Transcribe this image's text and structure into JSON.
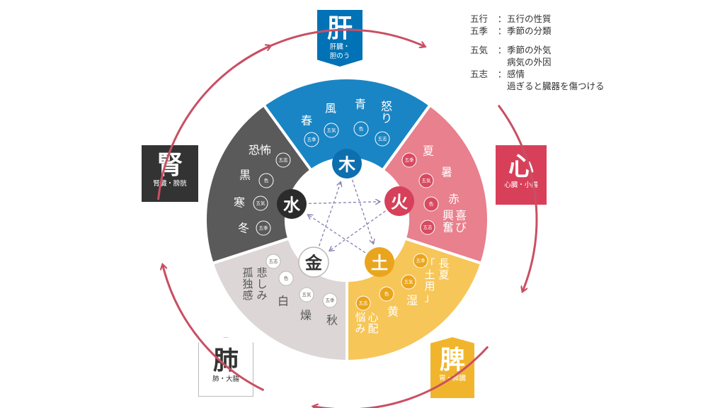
{
  "legend": [
    {
      "key": "五行",
      "lines": [
        "五行の性質"
      ]
    },
    {
      "key": "五季",
      "lines": [
        "季節の分類"
      ]
    },
    {
      "key": "五気",
      "lines": [
        "季節の外気",
        "病気の外因"
      ]
    },
    {
      "key": "五志",
      "lines": [
        "感情",
        "過ぎると臓器を傷つける"
      ]
    }
  ],
  "organs": {
    "liver": {
      "kanji": "肝",
      "sub": "肝臓・\n胆のう",
      "color": "#0072b5"
    },
    "heart": {
      "kanji": "心",
      "sub": "心臓・小腸",
      "color": "#d8405a"
    },
    "spleen": {
      "kanji": "脾",
      "sub": "胃・膵臓",
      "color": "#f1b52d"
    },
    "lung": {
      "kanji": "肺",
      "sub": "肺・大腸",
      "color": "#ffffff"
    },
    "kidney": {
      "kanji": "腎",
      "sub": "腎臓・膀胱",
      "color": "#333333"
    }
  },
  "elements": {
    "wood": {
      "kanji": "木",
      "color": "#0d6fae"
    },
    "fire": {
      "kanji": "火",
      "color": "#d6405a"
    },
    "earth": {
      "kanji": "土",
      "color": "#eaa51e"
    },
    "metal": {
      "kanji": "金",
      "color": "#ffffff"
    },
    "water": {
      "kanji": "水",
      "color": "#2b2b2b"
    }
  },
  "badges": {
    "season": "五季",
    "qi": "五気",
    "color": "色",
    "emotion": "五志"
  },
  "segments": {
    "wood": {
      "fill": "#1a85c4",
      "season": "春",
      "qi": "風",
      "color": "青",
      "emotion": "怒り"
    },
    "fire": {
      "fill": "#e8808d",
      "season": "夏",
      "qi": "暑",
      "color": "赤",
      "emotion": "喜び\n興奮"
    },
    "earth": {
      "fill": "#f7c658",
      "season": "長夏\n「土用」",
      "qi": "湿",
      "color": "黄",
      "emotion": "心配\n悩み"
    },
    "metal": {
      "fill": "#dcd6d6",
      "season": "秋",
      "qi": "燥",
      "color": "白",
      "emotion": "悲しみ\n孤独感"
    },
    "water": {
      "fill": "#5a5a5a",
      "season": "冬",
      "qi": "寒",
      "color": "黒",
      "emotion": "恐怖"
    }
  },
  "colors": {
    "arrow": "#c94f63",
    "star": "#8a7fb0",
    "center": "#ffffff"
  }
}
